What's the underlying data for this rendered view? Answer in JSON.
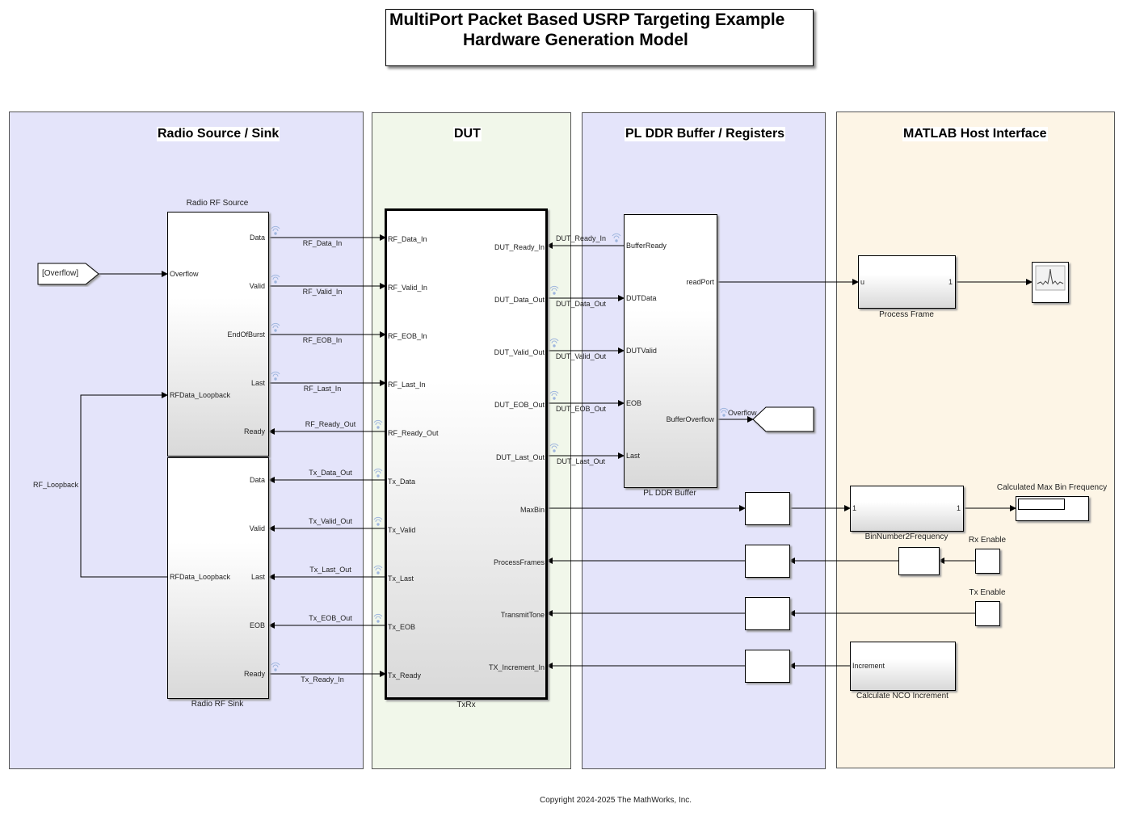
{
  "title": {
    "line1": "MultiPort Packet Based USRP Targeting Example",
    "line2": "Hardware Generation Model"
  },
  "areas": {
    "radio": {
      "title": "Radio Source / Sink",
      "color": "#e4e4fa"
    },
    "dut": {
      "title": "DUT",
      "color": "#f1f7ea"
    },
    "ddr": {
      "title": "PL DDR Buffer / Registers",
      "color": "#e4e4fa"
    },
    "host": {
      "title": "MATLAB Host Interface",
      "color": "#fdf5e6"
    }
  },
  "blocks": {
    "rf_source": {
      "label": "Radio RF Source",
      "ports_in": [
        "Overflow",
        "RFData_Loopback"
      ],
      "ports_out": [
        "Data",
        "Valid",
        "EndOfBurst",
        "Last",
        "Ready"
      ]
    },
    "rf_sink": {
      "label": "Radio RF Sink",
      "ports_in": [
        "RFData_Loopback"
      ],
      "ports_out": [
        "Data",
        "Valid",
        "Last",
        "EOB",
        "Ready"
      ]
    },
    "overflow_from": {
      "label": "[Overflow]"
    },
    "rf_loopback_label": "RF_Loopback",
    "txrx": {
      "label": "TxRx",
      "left_ports": [
        "RF_Data_In",
        "RF_Valid_In",
        "RF_EOB_In",
        "RF_Last_In",
        "RF_Ready_Out",
        "Tx_Data",
        "Tx_Valid",
        "Tx_Last",
        "Tx_EOB",
        "Tx_Ready"
      ],
      "right_ports": [
        "DUT_Ready_In",
        "DUT_Data_Out",
        "DUT_Valid_Out",
        "DUT_EOB_Out",
        "DUT_Last_Out",
        "MaxBin",
        "ProcessFrames",
        "TransmitTone",
        "TX_Increment_In"
      ]
    },
    "pl_ddr": {
      "label": "PL DDR Buffer",
      "ports_in": [
        "BufferReady",
        "DUTData",
        "DUTValid",
        "EOB",
        "Last"
      ],
      "ports_out": [
        "readPort",
        "BufferOverflow"
      ]
    },
    "overflow_goto": {
      "signal": "Overflow"
    },
    "process_frame": {
      "label": "Process Frame",
      "in": "u",
      "out": "1"
    },
    "bin2freq": {
      "label": "BinNumber2Frequency",
      "in": "1",
      "out": "1"
    },
    "max_bin_display": {
      "label": "Calculated Max Bin Frequency"
    },
    "rx_enable": {
      "label": "Rx Enable"
    },
    "tx_enable": {
      "label": "Tx Enable"
    },
    "nco": {
      "label": "Calculate NCO Increment",
      "out": "Increment"
    }
  },
  "signals": {
    "rf_in": [
      "RF_Data_In",
      "RF_Valid_In",
      "RF_EOB_In",
      "RF_Last_In"
    ],
    "rf_ready_out": "RF_Ready_Out",
    "tx_out": [
      "Tx_Data_Out",
      "Tx_Valid_Out",
      "Tx_Last_Out",
      "Tx_EOB_Out"
    ],
    "tx_ready_in": "Tx_Ready_In",
    "dut_ready_in": "DUT_Ready_In",
    "dut_out": [
      "DUT_Data_Out",
      "DUT_Valid_Out",
      "DUT_EOB_Out",
      "DUT_Last_Out"
    ]
  },
  "copyright": "Copyright 2024-2025 The MathWorks, Inc."
}
